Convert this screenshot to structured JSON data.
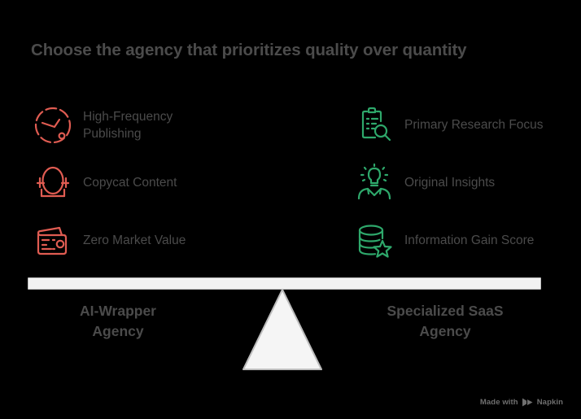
{
  "title": "Choose the agency that prioritizes quality over quantity",
  "colors": {
    "background": "#000000",
    "text": "#4b4b4b",
    "negative_accent": "#e05c52",
    "positive_accent": "#2ea86b",
    "beam_fill": "#f2f2f2",
    "beam_stroke": "#bdbdbd"
  },
  "left_column": {
    "heading": "AI-Wrapper Agency",
    "items": [
      {
        "icon": "dashed-clock-gauge-icon",
        "label": "High-Frequency Publishing"
      },
      {
        "icon": "mirror-stand-icon",
        "label": "Copycat Content"
      },
      {
        "icon": "wallet-icon",
        "label": "Zero Market Value"
      }
    ]
  },
  "right_column": {
    "heading": "Specialized SaaS Agency",
    "items": [
      {
        "icon": "clipboard-magnifier-icon",
        "label": "Primary Research Focus"
      },
      {
        "icon": "lightbulb-person-icon",
        "label": "Original Insights"
      },
      {
        "icon": "database-star-icon",
        "label": "Information Gain Score"
      }
    ]
  },
  "balance": {
    "beam": "balance-beam",
    "fulcrum": "triangle-fulcrum",
    "left_label": "AI-Wrapper\nAgency",
    "left_label_line1": "AI-Wrapper",
    "left_label_line2": "Agency",
    "right_label_line1": "Specialized SaaS",
    "right_label_line2": "Agency"
  },
  "watermark": {
    "prefix": "Made with",
    "brand": "Napkin",
    "logo": "napkin-play-logo"
  }
}
